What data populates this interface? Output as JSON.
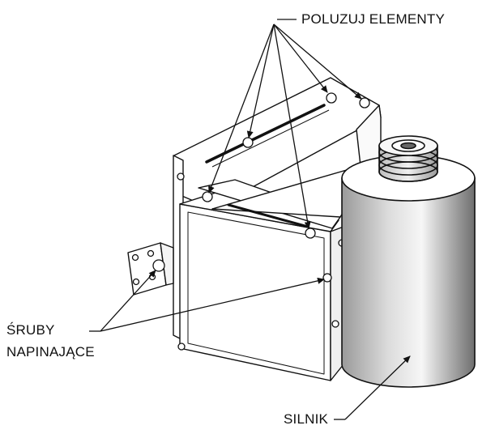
{
  "labels": {
    "loosen_elements": "POLUZUJ ELEMENTY",
    "tension_bolts_line1": "ŚRUBY",
    "tension_bolts_line2": "NAPINAJĄCE",
    "motor": "SILNIK"
  },
  "icons": [
    "motor-cylinder",
    "mounting-bracket",
    "pulley",
    "bolt",
    "arrow"
  ],
  "colors": {
    "line": "#111111",
    "background": "#ffffff",
    "motor_gradient_light": "#f4f4f4",
    "motor_gradient_dark": "#7a7a7a"
  }
}
